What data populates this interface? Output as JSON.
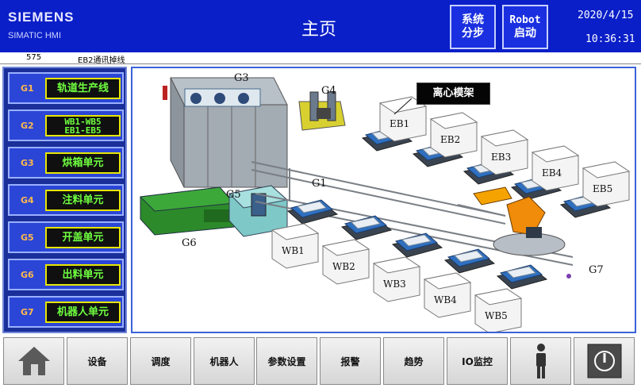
{
  "header": {
    "brand": "SIEMENS",
    "product": "SIMATIC HMI",
    "title": "主页",
    "step_button_line1": "系统",
    "step_button_line2": "分步",
    "robot_button_line1": "Robot",
    "robot_button_line2": "启动",
    "date": "2020/4/15",
    "time": "10:36:31"
  },
  "alarm": {
    "code": "575",
    "text": "EB2通讯掉线"
  },
  "nav": {
    "items": [
      {
        "code": "G1",
        "label": "轨道生产线"
      },
      {
        "code": "G2",
        "label_line1": "WB1-WB5",
        "label_line2": "EB1-EB5"
      },
      {
        "code": "G3",
        "label": "烘箱单元"
      },
      {
        "code": "G4",
        "label": "注料单元"
      },
      {
        "code": "G5",
        "label": "开盖单元"
      },
      {
        "code": "G6",
        "label": "出料单元"
      },
      {
        "code": "G7",
        "label": "机器人单元"
      }
    ]
  },
  "layout": {
    "centrifuge_label": "离心模架",
    "zones": {
      "g1": "G1",
      "g3": "G3",
      "g4": "G4",
      "g5": "G5",
      "g6": "G6",
      "g7": "G7"
    },
    "eb": [
      "EB1",
      "EB2",
      "EB3",
      "EB4",
      "EB5"
    ],
    "wb": [
      "WB1",
      "WB2",
      "WB3",
      "WB4",
      "WB5"
    ]
  },
  "toolbar": {
    "home_icon": "home-icon",
    "equipment": "设备",
    "schedule": "调度",
    "robot": "机器人",
    "params": "参数设置",
    "alarm": "报警",
    "trend": "趋势",
    "io": "IO监控",
    "user_icon": "user-icon",
    "power_icon": "power-icon"
  },
  "colors": {
    "header_bg": "#0a1fc8",
    "nav_bg": "#2b46d6",
    "nav_text": "#6fff3f",
    "nav_border": "#e6e600",
    "nav_code": "#ffb84d"
  }
}
